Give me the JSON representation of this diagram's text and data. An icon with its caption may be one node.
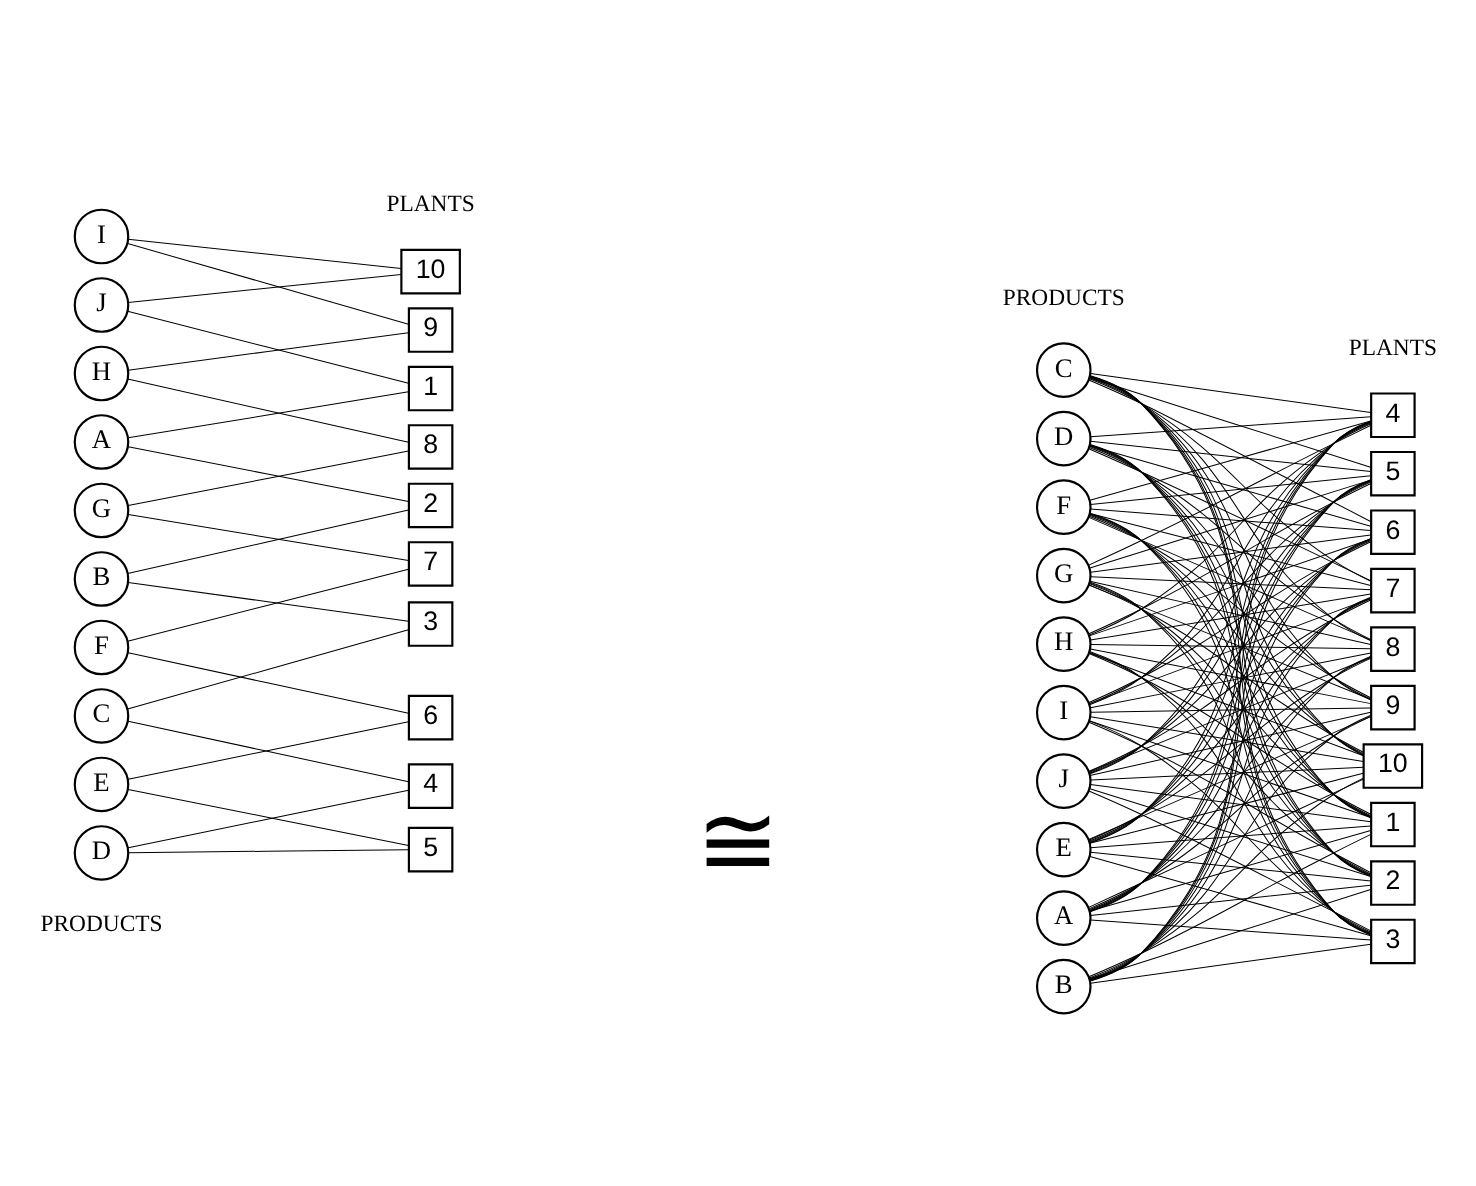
{
  "diagram": {
    "nodes": [
      {
        "text": [
          "A"
        ]
      },
      {
        "text": [
          "B"
        ]
      },
      {
        "text": [
          "C"
        ]
      },
      {
        "text": [
          "D"
        ]
      },
      {
        "text": [
          "E"
        ]
      },
      {
        "text": [
          "F"
        ]
      },
      {
        "text": [
          "G"
        ]
      },
      {
        "text": [
          "H"
        ]
      },
      {
        "text": [
          "I"
        ]
      },
      {
        "text": [
          "J"
        ]
      },
      {
        "text": [
          "1"
        ]
      },
      {
        "text": [
          "2"
        ]
      },
      {
        "text": [
          "3"
        ]
      },
      {
        "text": [
          "4"
        ]
      },
      {
        "text": [
          "5"
        ]
      },
      {
        "text": [
          "6"
        ]
      },
      {
        "text": [
          "7"
        ]
      },
      {
        "text": [
          "8"
        ]
      },
      {
        "text": [
          "9"
        ]
      },
      {
        "text": [
          "10"
        ]
      },
      {
        "text": [
          "A"
        ]
      },
      {
        "text": [
          "B"
        ]
      },
      {
        "text": [
          "C"
        ]
      },
      {
        "text": [
          "D"
        ]
      },
      {
        "text": [
          "E"
        ]
      },
      {
        "text": [
          "F"
        ]
      },
      {
        "text": [
          "G"
        ]
      },
      {
        "text": [
          "H"
        ]
      },
      {
        "text": [
          "I"
        ]
      },
      {
        "text": [
          "J"
        ]
      },
      {
        "text": [
          "1"
        ]
      },
      {
        "text": [
          "2"
        ]
      },
      {
        "text": [
          "3"
        ]
      },
      {
        "text": [
          "4"
        ]
      },
      {
        "text": [
          "5"
        ]
      },
      {
        "text": [
          "6"
        ]
      },
      {
        "text": [
          "7"
        ]
      },
      {
        "text": [
          "8"
        ]
      },
      {
        "text": [
          "9"
        ]
      },
      {
        "text": [
          "10"
        ]
      }
    ],
    "edges": [
      {
        "from": 0,
        "to": 10,
        "arrow": "none"
      },
      {
        "from": 0,
        "to": 11,
        "arrow": "none"
      },
      {
        "from": 1,
        "to": 11,
        "arrow": "none"
      },
      {
        "from": 1,
        "to": 12,
        "arrow": "none"
      },
      {
        "from": 2,
        "to": 12,
        "arrow": "none"
      },
      {
        "from": 2,
        "to": 13,
        "arrow": "none"
      },
      {
        "from": 3,
        "to": 13,
        "arrow": "none"
      },
      {
        "from": 3,
        "to": 14,
        "arrow": "none"
      },
      {
        "from": 4,
        "to": 14,
        "arrow": "none"
      },
      {
        "from": 4,
        "to": 15,
        "arrow": "none"
      },
      {
        "from": 5,
        "to": 15,
        "arrow": "none"
      },
      {
        "from": 5,
        "to": 16,
        "arrow": "none"
      },
      {
        "from": 6,
        "to": 16,
        "arrow": "none"
      },
      {
        "from": 6,
        "to": 17,
        "arrow": "none"
      },
      {
        "from": 7,
        "to": 17,
        "arrow": "none"
      },
      {
        "from": 7,
        "to": 18,
        "arrow": "none"
      },
      {
        "from": 8,
        "to": 18,
        "arrow": "none"
      },
      {
        "from": 8,
        "to": 19,
        "arrow": "none"
      },
      {
        "from": 9,
        "to": 19,
        "arrow": "none"
      },
      {
        "from": 9,
        "to": 10,
        "arrow": "none"
      },
      {
        "from": 20,
        "to": 30,
        "arrow": "none"
      },
      {
        "from": 20,
        "to": 31,
        "arrow": "none"
      },
      {
        "from": 20,
        "to": 32,
        "arrow": "none"
      },
      {
        "from": 20,
        "to": 33,
        "arrow": "none"
      },
      {
        "from": 20,
        "to": 34,
        "arrow": "none"
      },
      {
        "from": 20,
        "to": 35,
        "arrow": "none"
      },
      {
        "from": 20,
        "to": 36,
        "arrow": "none"
      },
      {
        "from": 20,
        "to": 37,
        "arrow": "none"
      },
      {
        "from": 20,
        "to": 38,
        "arrow": "none"
      },
      {
        "from": 20,
        "to": 39,
        "arrow": "none"
      },
      {
        "from": 21,
        "to": 30,
        "arrow": "none"
      },
      {
        "from": 21,
        "to": 31,
        "arrow": "none"
      },
      {
        "from": 21,
        "to": 32,
        "arrow": "none"
      },
      {
        "from": 21,
        "to": 33,
        "arrow": "none"
      },
      {
        "from": 21,
        "to": 34,
        "arrow": "none"
      },
      {
        "from": 21,
        "to": 35,
        "arrow": "none"
      },
      {
        "from": 21,
        "to": 36,
        "arrow": "none"
      },
      {
        "from": 21,
        "to": 37,
        "arrow": "none"
      },
      {
        "from": 21,
        "to": 38,
        "arrow": "none"
      },
      {
        "from": 21,
        "to": 39,
        "arrow": "none"
      },
      {
        "from": 22,
        "to": 30,
        "arrow": "none"
      },
      {
        "from": 22,
        "to": 31,
        "arrow": "none"
      },
      {
        "from": 22,
        "to": 32,
        "arrow": "none"
      },
      {
        "from": 22,
        "to": 33,
        "arrow": "none"
      },
      {
        "from": 22,
        "to": 34,
        "arrow": "none"
      },
      {
        "from": 22,
        "to": 35,
        "arrow": "none"
      },
      {
        "from": 22,
        "to": 36,
        "arrow": "none"
      },
      {
        "from": 22,
        "to": 37,
        "arrow": "none"
      },
      {
        "from": 22,
        "to": 38,
        "arrow": "none"
      },
      {
        "from": 22,
        "to": 39,
        "arrow": "none"
      },
      {
        "from": 23,
        "to": 30,
        "arrow": "none"
      },
      {
        "from": 23,
        "to": 31,
        "arrow": "none"
      },
      {
        "from": 23,
        "to": 32,
        "arrow": "none"
      },
      {
        "from": 23,
        "to": 33,
        "arrow": "none"
      },
      {
        "from": 23,
        "to": 34,
        "arrow": "none"
      },
      {
        "from": 23,
        "to": 35,
        "arrow": "none"
      },
      {
        "from": 23,
        "to": 36,
        "arrow": "none"
      },
      {
        "from": 23,
        "to": 37,
        "arrow": "none"
      },
      {
        "from": 23,
        "to": 38,
        "arrow": "none"
      },
      {
        "from": 23,
        "to": 39,
        "arrow": "none"
      },
      {
        "from": 24,
        "to": 30,
        "arrow": "none"
      },
      {
        "from": 24,
        "to": 31,
        "arrow": "none"
      },
      {
        "from": 24,
        "to": 32,
        "arrow": "none"
      },
      {
        "from": 24,
        "to": 33,
        "arrow": "none"
      },
      {
        "from": 24,
        "to": 34,
        "arrow": "none"
      },
      {
        "from": 24,
        "to": 35,
        "arrow": "none"
      },
      {
        "from": 24,
        "to": 36,
        "arrow": "none"
      },
      {
        "from": 24,
        "to": 37,
        "arrow": "none"
      },
      {
        "from": 24,
        "to": 38,
        "arrow": "none"
      },
      {
        "from": 24,
        "to": 39,
        "arrow": "none"
      },
      {
        "from": 25,
        "to": 30,
        "arrow": "none"
      },
      {
        "from": 25,
        "to": 31,
        "arrow": "none"
      },
      {
        "from": 25,
        "to": 32,
        "arrow": "none"
      },
      {
        "from": 25,
        "to": 33,
        "arrow": "none"
      },
      {
        "from": 25,
        "to": 34,
        "arrow": "none"
      },
      {
        "from": 25,
        "to": 35,
        "arrow": "none"
      },
      {
        "from": 25,
        "to": 36,
        "arrow": "none"
      },
      {
        "from": 25,
        "to": 37,
        "arrow": "none"
      },
      {
        "from": 25,
        "to": 38,
        "arrow": "none"
      },
      {
        "from": 25,
        "to": 39,
        "arrow": "none"
      },
      {
        "from": 26,
        "to": 30,
        "arrow": "none"
      },
      {
        "from": 26,
        "to": 31,
        "arrow": "none"
      },
      {
        "from": 26,
        "to": 32,
        "arrow": "none"
      },
      {
        "from": 26,
        "to": 33,
        "arrow": "none"
      },
      {
        "from": 26,
        "to": 34,
        "arrow": "none"
      },
      {
        "from": 26,
        "to": 35,
        "arrow": "none"
      },
      {
        "from": 26,
        "to": 36,
        "arrow": "none"
      },
      {
        "from": 26,
        "to": 37,
        "arrow": "none"
      },
      {
        "from": 26,
        "to": 38,
        "arrow": "none"
      },
      {
        "from": 26,
        "to": 39,
        "arrow": "none"
      },
      {
        "from": 27,
        "to": 30,
        "arrow": "none"
      },
      {
        "from": 27,
        "to": 31,
        "arrow": "none"
      },
      {
        "from": 27,
        "to": 32,
        "arrow": "none"
      },
      {
        "from": 27,
        "to": 33,
        "arrow": "none"
      },
      {
        "from": 27,
        "to": 34,
        "arrow": "none"
      },
      {
        "from": 27,
        "to": 35,
        "arrow": "none"
      },
      {
        "from": 27,
        "to": 36,
        "arrow": "none"
      },
      {
        "from": 27,
        "to": 37,
        "arrow": "none"
      },
      {
        "from": 27,
        "to": 38,
        "arrow": "none"
      },
      {
        "from": 27,
        "to": 39,
        "arrow": "none"
      },
      {
        "from": 28,
        "to": 30,
        "arrow": "none"
      },
      {
        "from": 28,
        "to": 31,
        "arrow": "none"
      },
      {
        "from": 28,
        "to": 32,
        "arrow": "none"
      },
      {
        "from": 28,
        "to": 33,
        "arrow": "none"
      },
      {
        "from": 28,
        "to": 34,
        "arrow": "none"
      },
      {
        "from": 28,
        "to": 35,
        "arrow": "none"
      },
      {
        "from": 28,
        "to": 36,
        "arrow": "none"
      },
      {
        "from": 28,
        "to": 37,
        "arrow": "none"
      },
      {
        "from": 28,
        "to": 38,
        "arrow": "none"
      },
      {
        "from": 28,
        "to": 39,
        "arrow": "none"
      },
      {
        "from": 29,
        "to": 30,
        "arrow": "none"
      },
      {
        "from": 29,
        "to": 31,
        "arrow": "none"
      },
      {
        "from": 29,
        "to": 32,
        "arrow": "none"
      },
      {
        "from": 29,
        "to": 33,
        "arrow": "none"
      },
      {
        "from": 29,
        "to": 34,
        "arrow": "none"
      },
      {
        "from": 29,
        "to": 35,
        "arrow": "none"
      },
      {
        "from": 29,
        "to": 36,
        "arrow": "none"
      },
      {
        "from": 29,
        "to": 37,
        "arrow": "none"
      },
      {
        "from": 29,
        "to": 38,
        "arrow": "none"
      },
      {
        "from": 29,
        "to": 39,
        "arrow": "none"
      }
    ],
    "labels": [
      "PRODUCTS",
      "PLANTS",
      "PRODUCTS",
      "PLANTS",
      "≅"
    ]
  }
}
